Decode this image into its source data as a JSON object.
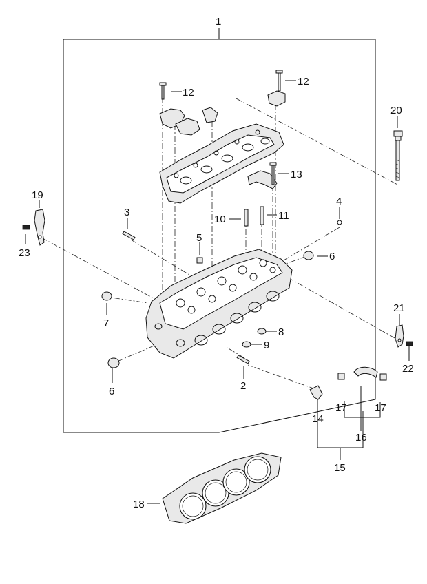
{
  "diagram": {
    "callouts": [
      "1",
      "2",
      "3",
      "4",
      "5",
      "6",
      "6",
      "7",
      "8",
      "9",
      "10",
      "11",
      "12",
      "12",
      "13",
      "14",
      "15",
      "16",
      "17",
      "17",
      "18",
      "19",
      "20",
      "21",
      "22",
      "23"
    ]
  }
}
